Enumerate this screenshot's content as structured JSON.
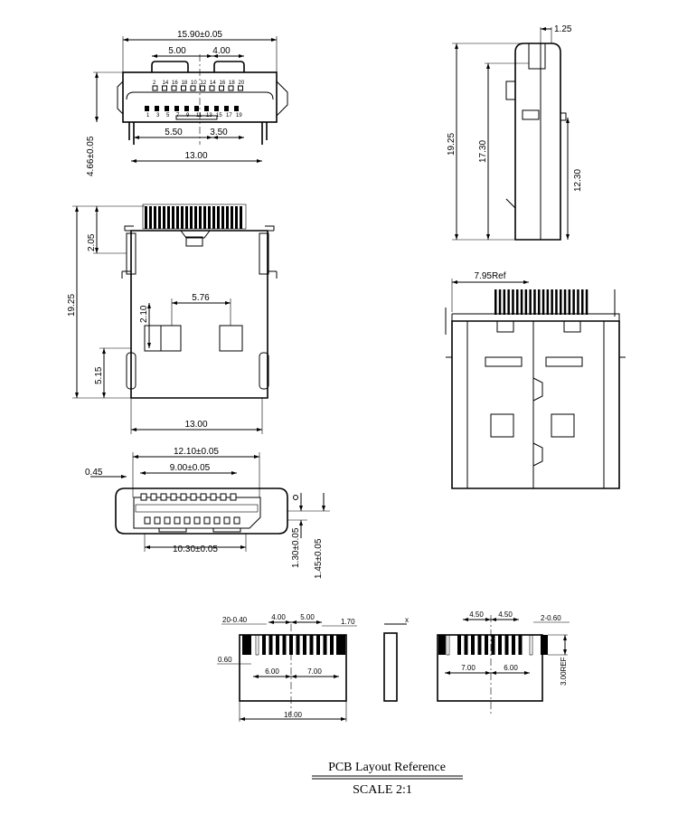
{
  "front_view": {
    "overall_width": "15.90±0.05",
    "tab_left": "5.00",
    "tab_right": "4.00",
    "leg_left": "5.50",
    "leg_right": "3.50",
    "leg_span": "13.00",
    "height": "4.66±0.05",
    "top_row_pins": [
      "2",
      "14",
      "16",
      "18",
      "10",
      "12",
      "14",
      "16",
      "18",
      "20"
    ],
    "bottom_row_pins": [
      "1",
      "3",
      "5",
      "7",
      "9",
      "11",
      "13",
      "15",
      "17",
      "19"
    ]
  },
  "side_view": {
    "thickness": "1.25",
    "overall_length": "19.25",
    "length_a": "17.30",
    "length_b": "12.30"
  },
  "top_view": {
    "overall_length": "19.25",
    "pin_zone": "2.05",
    "pad_offset": "2.10",
    "pad_spacing": "5.76",
    "slot_length": "5.15",
    "width": "13.00"
  },
  "bottom_view": {
    "ref_width": "7.95Ref"
  },
  "face_view": {
    "outer_width": "12.10±0.05",
    "pitch_span": "9.00±0.05",
    "inner_width": "10.30±0.05",
    "offset": "0.45",
    "height_a": "1.30±0.05",
    "height_b": "1.45±0.05"
  },
  "pcb_left": {
    "pads": "20-0.40",
    "d1": "4.00",
    "d2": "5.00",
    "d3": "1.70",
    "d4": "0.60",
    "d5": "6.00",
    "d6": "7.00",
    "total": "16.00",
    "pin_count": 11
  },
  "pcb_side": {
    "label": "x"
  },
  "pcb_right": {
    "d1": "4.50",
    "d2": "4.50",
    "pads": "2-0.60",
    "d3": "7.00",
    "d4": "6.00",
    "ref": "3.00REF",
    "pin_count": 10
  },
  "title": {
    "name": "PCB Layout Reference",
    "scale": "SCALE 2:1"
  }
}
